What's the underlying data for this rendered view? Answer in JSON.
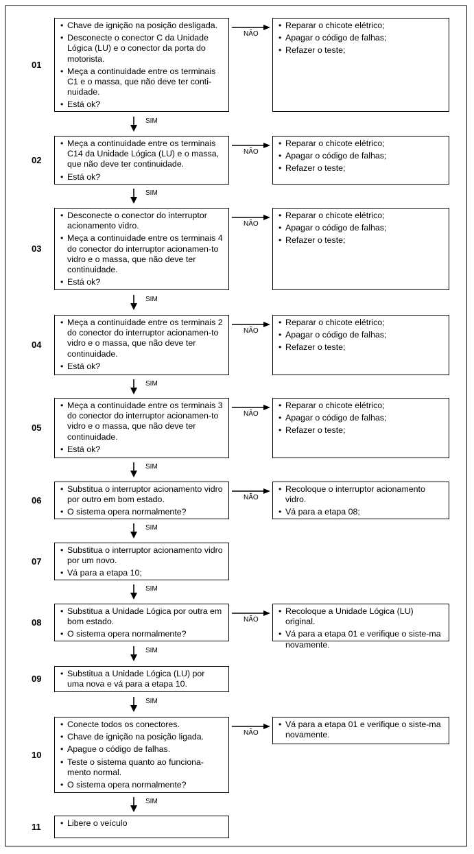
{
  "flowchart": {
    "yes_label": "SIM",
    "no_label": "NÃO",
    "steps": [
      {
        "number": "01",
        "checks": [
          "Chave de ignição na posição desligada.",
          "Desconecte o conector C da Unidade Lógica (LU) e o conector da porta do motorista.",
          "Meça a continuidade entre os terminais C1 e o massa, que não deve ter conti-nuidade.",
          "Está ok?"
        ],
        "on_fail": [
          "Reparar o chicote elétrico;",
          "Apagar o código de falhas;",
          "Refazer o teste;"
        ]
      },
      {
        "number": "02",
        "checks": [
          "Meça a continuidade entre os terminais C14 da Unidade Lógica (LU) e o massa, que não deve ter continuidade.",
          "Está ok?"
        ],
        "on_fail": [
          "Reparar o chicote elétrico;",
          "Apagar o código de falhas;",
          "Refazer o teste;"
        ]
      },
      {
        "number": "03",
        "checks": [
          "Desconecte o conector do interruptor acionamento vidro.",
          "Meça a continuidade entre os terminais 4 do conector do interruptor acionamen-to vidro e o massa, que não deve ter continuidade.",
          "Está ok?"
        ],
        "on_fail": [
          "Reparar o chicote elétrico;",
          "Apagar o código de falhas;",
          "Refazer o teste;"
        ]
      },
      {
        "number": "04",
        "checks": [
          "Meça a continuidade entre os terminais 2 do conector do interruptor acionamen-to vidro e o massa, que não deve ter continuidade.",
          "Está ok?"
        ],
        "on_fail": [
          "Reparar o chicote elétrico;",
          "Apagar o código de falhas;",
          "Refazer o teste;"
        ]
      },
      {
        "number": "05",
        "checks": [
          "Meça a continuidade entre os terminais 3 do conector do interruptor acionamen-to vidro e o massa, que não deve ter continuidade.",
          "Está ok?"
        ],
        "on_fail": [
          "Reparar o chicote elétrico;",
          "Apagar o código de falhas;",
          "Refazer o teste;"
        ]
      },
      {
        "number": "06",
        "checks": [
          "Substitua o interruptor acionamento vidro por outro em bom estado.",
          "O sistema opera normalmente?"
        ],
        "on_fail": [
          "Recoloque o interruptor acionamento vidro.",
          "Vá para a etapa 08;"
        ]
      },
      {
        "number": "07",
        "checks": [
          "Substitua o interruptor acionamento vidro por um novo.",
          "Vá para a etapa 10;"
        ],
        "on_fail": []
      },
      {
        "number": "08",
        "checks": [
          "Substitua a Unidade Lógica por outra em bom estado.",
          "O sistema opera normalmente?"
        ],
        "on_fail": [
          "Recoloque a Unidade Lógica (LU) original.",
          "Vá para a etapa 01 e verifique o siste-ma novamente."
        ]
      },
      {
        "number": "09",
        "checks": [
          "Substitua a Unidade Lógica (LU) por uma nova e vá para a etapa 10."
        ],
        "on_fail": []
      },
      {
        "number": "10",
        "checks": [
          "Conecte todos os conectores.",
          "Chave de ignição na posição ligada.",
          "Apague o código de falhas.",
          "Teste o sistema quanto ao funciona-mento normal.",
          "O sistema opera normalmente?"
        ],
        "on_fail": [
          "Vá para a etapa 01 e verifique o siste-ma novamente."
        ]
      },
      {
        "number": "11",
        "checks": [
          "Libere o veículo"
        ],
        "on_fail": []
      }
    ]
  }
}
